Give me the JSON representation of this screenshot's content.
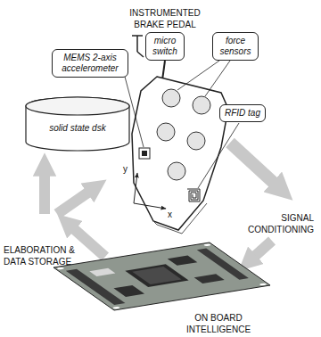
{
  "diagram": {
    "nodes": [
      {
        "text": [
          "micro switch"
        ]
      },
      {
        "text": [
          "force sensors"
        ]
      },
      {
        "text": [
          "MEMS 2-axis accelerometer"
        ]
      },
      {
        "text": [
          "RFID tag"
        ]
      },
      {
        "text": [
          "solid state dsk"
        ]
      }
    ],
    "labels": [
      "INSTRUMENTED BRAKE PEDAL",
      "y",
      "x",
      "SIGNAL CONDITIONING",
      "ELABORATION & DATA STORAGE",
      "ON BOARD INTELLIGENCE"
    ]
  }
}
